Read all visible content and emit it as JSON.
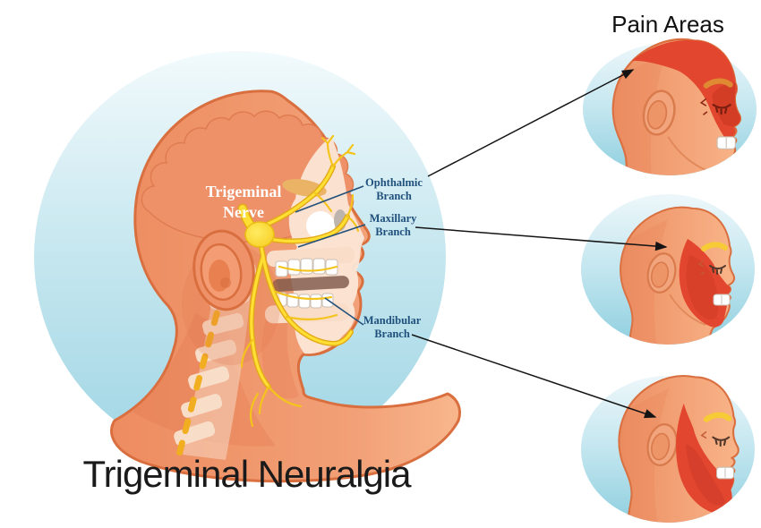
{
  "header": {
    "pain_areas_title": "Pain Areas"
  },
  "footer_title": "Trigeminal Neuralgia",
  "main_diagram": {
    "nerve_label_line1": "Trigeminal",
    "nerve_label_line2": "Nerve",
    "branch_labels": {
      "ophthalmic": "Ophthalmic Branch",
      "maxillary": "Maxillary Branch",
      "mandibular": "Mandibular Branch"
    }
  },
  "colors": {
    "background_blue_light": "#EDF7FA",
    "background_blue_dark": "#99D3E2",
    "skin": "#F0946C",
    "skin_light": "#F8B488",
    "skin_outline": "#D96F3F",
    "brain": "#EE9068",
    "bone_cream": "#FBE6D6",
    "nerve_yellow": "#FFDF34",
    "nerve_outline_yellow": "#E2A916",
    "pain_red": "#E2462E",
    "pain_red_dark": "#C9372A",
    "eyebrow_yellow": "#F6CB35",
    "label_navy": "#20507C",
    "arrow_black": "#141414"
  }
}
